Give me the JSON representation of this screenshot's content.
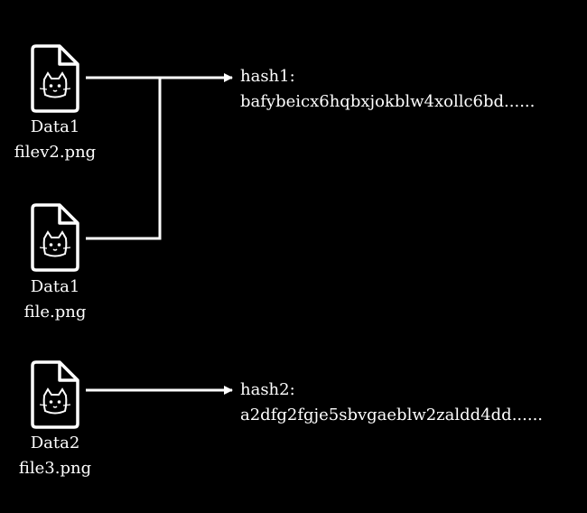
{
  "files": [
    {
      "name": "Data1",
      "filename": "filev2.png",
      "icon": "cat-file-icon"
    },
    {
      "name": "Data1",
      "filename": "file.png",
      "icon": "cat-file-icon"
    },
    {
      "name": "Data2",
      "filename": "file3.png",
      "icon": "cat-file-icon"
    }
  ],
  "hashes": [
    {
      "label": "hash1:",
      "value": "bafybeicx6hqbxjokblw4xollc6bd......"
    },
    {
      "label": "hash2:",
      "value": "a2dfg2fgje5sbvgaeblw2zaldd4dd......"
    }
  ],
  "colors": {
    "background": "#000000",
    "foreground": "#ffffff"
  }
}
